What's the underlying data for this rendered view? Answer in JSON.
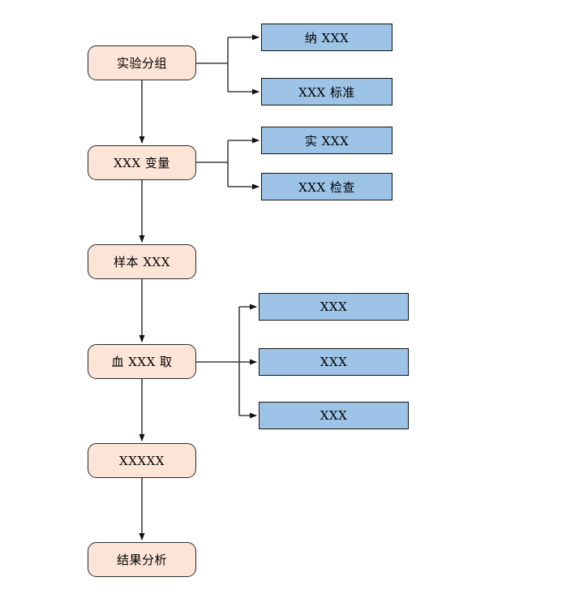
{
  "diagram": {
    "type": "flowchart",
    "background": "#ffffff",
    "colors": {
      "process_fill": "#fce4d6",
      "process_border": "#2b2b2b",
      "branch_fill": "#9dc3e6",
      "branch_border": "#141414",
      "connector": "#3f3f3f",
      "arrowhead": "#111111",
      "text": "#000000"
    },
    "process_nodes": [
      {
        "label": "实验分组"
      },
      {
        "label": "XXX 变量"
      },
      {
        "label": "样本 XXX"
      },
      {
        "label": "血 XXX 取"
      },
      {
        "label": "XXXXX"
      },
      {
        "label": "结果分析"
      }
    ],
    "branch_nodes": [
      {
        "label": "纳 XXX"
      },
      {
        "label": "XXX 标准"
      },
      {
        "label": "实 XXX"
      },
      {
        "label": "XXX 检查"
      },
      {
        "label": "XXX"
      },
      {
        "label": "XXX"
      },
      {
        "label": "XXX"
      }
    ],
    "edges": [
      {
        "from": "实验分组",
        "to": "XXX 变量",
        "kind": "flow"
      },
      {
        "from": "XXX 变量",
        "to": "样本 XXX",
        "kind": "flow"
      },
      {
        "from": "样本 XXX",
        "to": "血 XXX 取",
        "kind": "flow"
      },
      {
        "from": "血 XXX 取",
        "to": "XXXXX",
        "kind": "flow"
      },
      {
        "from": "XXXXX",
        "to": "结果分析",
        "kind": "flow"
      },
      {
        "from": "实验分组",
        "to": "纳 XXX",
        "kind": "branch"
      },
      {
        "from": "实验分组",
        "to": "XXX 标准",
        "kind": "branch"
      },
      {
        "from": "XXX 变量",
        "to": "实 XXX",
        "kind": "branch"
      },
      {
        "from": "XXX 变量",
        "to": "XXX 检查",
        "kind": "branch"
      },
      {
        "from": "血 XXX 取",
        "to": "XXX",
        "kind": "branch"
      },
      {
        "from": "血 XXX 取",
        "to": "XXX",
        "kind": "branch"
      },
      {
        "from": "血 XXX 取",
        "to": "XXX",
        "kind": "branch"
      }
    ]
  }
}
